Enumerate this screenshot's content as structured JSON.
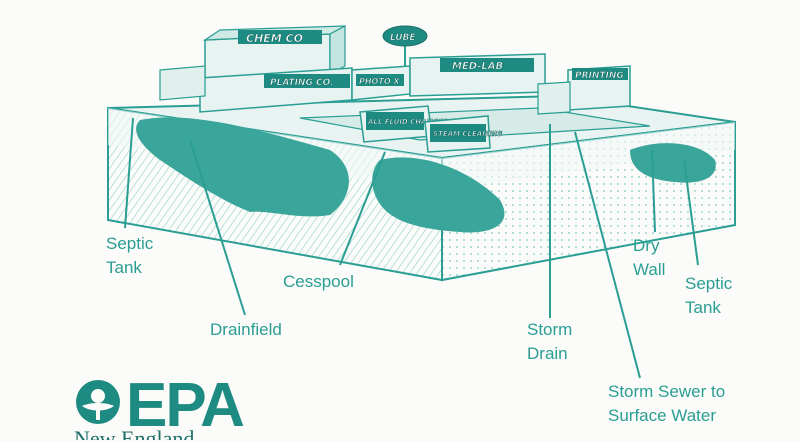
{
  "buildings": {
    "chem": "CHEM CO",
    "lube": "LUBE",
    "plating": "PLATING CO.",
    "photo": "PHOTO X",
    "medlab": "MED-LAB",
    "printing": "PRINTING",
    "fluid": "ALL FLUID CHANGES",
    "steam": "STEAM CLEANING"
  },
  "labels": {
    "septic_left": [
      "Septic",
      "Tank"
    ],
    "cesspool": "Cesspool",
    "drainfield": "Drainfield",
    "storm_drain": [
      "Storm",
      "Drain"
    ],
    "storm_sewer": [
      "Storm Sewer to",
      "Surface Water"
    ],
    "dry_wall": [
      "Dry",
      "Wall"
    ],
    "septic_right": [
      "Septic",
      "Tank"
    ]
  },
  "logo": {
    "text": "EPA",
    "region": "New England"
  },
  "colors": {
    "teal": "#2a9e93",
    "dark": "#1d6f68",
    "plume": "#3aa69b"
  }
}
